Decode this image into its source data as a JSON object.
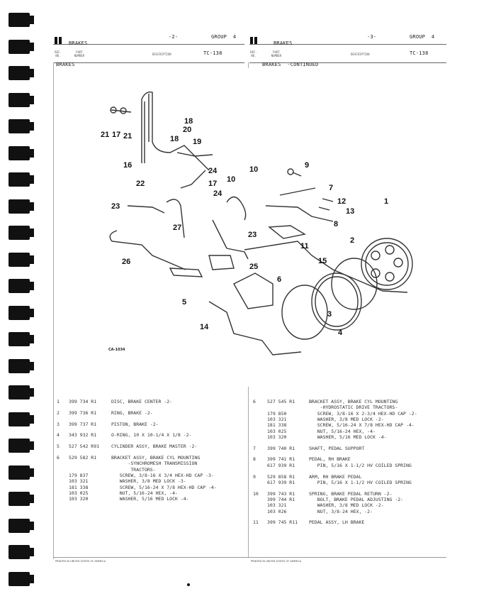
{
  "left_page": {
    "title": "BRAKES",
    "page_no": "-2-",
    "group": "GROUP  4",
    "col_ref": "REF. NO.",
    "col_part": "PART NUMBER",
    "col_desc": "DESCRIPTION",
    "code": "TC-138",
    "section": "BRAKES",
    "figure_id": "CA-1034",
    "footer": "PRINTED IN UNITED STATES OF AMERICA",
    "items": [
      {
        "ref": "1",
        "lines": [
          {
            "part": "399 734 R1",
            "desc": "DISC, BRAKE CENTER -2-"
          }
        ]
      },
      {
        "ref": "2",
        "lines": [
          {
            "part": "399 736 R1",
            "desc": "RING, BRAKE -2-"
          }
        ]
      },
      {
        "ref": "3",
        "lines": [
          {
            "part": "399 737 R1",
            "desc": "PISTON, BRAKE -2-"
          }
        ]
      },
      {
        "ref": "4",
        "lines": [
          {
            "part": "343 932 R1",
            "desc": "O-RING, 10 X 10-1/4 X 1/8 -2-"
          }
        ]
      },
      {
        "ref": "5",
        "lines": [
          {
            "part": "527 542 R91",
            "desc": "CYLINDER ASSY, BRAKE MASTER -2-"
          }
        ]
      },
      {
        "ref": "6",
        "lines": [
          {
            "part": "529 582 R1",
            "desc": "BRACKET ASSY, BRAKE CYL MOUNTING"
          },
          {
            "part": "",
            "desc": "      -SYNCHROMESH TRANSMISSION"
          },
          {
            "part": "",
            "desc": "       TRACTORS-"
          },
          {
            "part": "179 837",
            "desc": "   SCREW, 3/8-16 X 3/4 HEX-HD CAP -3-"
          },
          {
            "part": "103 321",
            "desc": "   WASHER, 3/8 MED LOCK -3-"
          },
          {
            "part": "181 338",
            "desc": "   SCREW, 5/16-24 X 7/8 HEX-HD CAP -4-"
          },
          {
            "part": "103 025",
            "desc": "   NUT, 5/16-24 HEX, -4-"
          },
          {
            "part": "103 320",
            "desc": "   WASHER, 5/16 MED LOCK -4-"
          }
        ]
      }
    ]
  },
  "right_page": {
    "title": "BRAKES",
    "page_no": "-3-",
    "group": "GROUP  4",
    "col_ref": "REF. NO.",
    "col_part": "PART NUMBER",
    "col_desc": "DESCRIPTION",
    "code": "TC-138",
    "section": "BRAKES  -CONTINUED",
    "footer": "PRINTED IN UNITED STATES OF AMERICA",
    "items": [
      {
        "ref": "6",
        "lines": [
          {
            "part": "527 545 R1",
            "desc": "BRACKET ASSY, BRAKE CYL MOUNTING"
          },
          {
            "part": "",
            "desc": "    -HYDROSTATIC DRIVE TRACTORS-"
          },
          {
            "part": "179 850",
            "desc": "   SCREW, 3/8-16 X 2-3/4 HEX-HD CAP -2-"
          },
          {
            "part": "103 321",
            "desc": "   WASHER, 3/8 MED LOCK -2-"
          },
          {
            "part": "181 338",
            "desc": "   SCREW, 5/16-24 X 7/8 HEX-HD CAP -4-"
          },
          {
            "part": "103 025",
            "desc": "   NUT, 5/16-24 HEX, -4-"
          },
          {
            "part": "103 320",
            "desc": "   WASHER, 5/16 MED LOCK -4-"
          }
        ]
      },
      {
        "ref": "7",
        "lines": [
          {
            "part": "399 740 R1",
            "desc": "SHAFT, PEDAL SUPPORT"
          }
        ]
      },
      {
        "ref": "8",
        "lines": [
          {
            "part": "399 741 R1",
            "desc": "PEDAL, RH BRAKE"
          },
          {
            "part": "617 939 R1",
            "desc": "   PIN, 5/16 X 1-1/2 HV COILED SPRING"
          }
        ]
      },
      {
        "ref": "9",
        "lines": [
          {
            "part": "529 858 R1",
            "desc": "ARM, RH BRAKE PEDAL"
          },
          {
            "part": "617 939 R1",
            "desc": "   PIN, 5/16 X 1-1/2 HV COILED SPRING"
          }
        ]
      },
      {
        "ref": "10",
        "lines": [
          {
            "part": "399 743 R1",
            "desc": "SPRING, BRAKE PEDAL RETURN -2-"
          },
          {
            "part": "399 744 R1",
            "desc": "   BOLT, BRAKE PEDAL ADJUSTING -2-"
          },
          {
            "part": "103 321",
            "desc": "   WASHER, 3/8 MED LOCK -2-"
          },
          {
            "part": "103 026",
            "desc": "   NUT, 3/8-24 HEX, -2-"
          }
        ]
      },
      {
        "ref": "11",
        "lines": [
          {
            "part": "399 745 R11",
            "desc": "PEDAL ASSY, LH BRAKE"
          }
        ]
      }
    ]
  },
  "callouts": [
    {
      "n": "18"
    },
    {
      "n": "20"
    },
    {
      "n": "18"
    },
    {
      "n": "19"
    },
    {
      "n": "21"
    },
    {
      "n": "17"
    },
    {
      "n": "21"
    },
    {
      "n": "16"
    },
    {
      "n": "22"
    },
    {
      "n": "24"
    },
    {
      "n": "17"
    },
    {
      "n": "10"
    },
    {
      "n": "10"
    },
    {
      "n": "9"
    },
    {
      "n": "7"
    },
    {
      "n": "12"
    },
    {
      "n": "13"
    },
    {
      "n": "24"
    },
    {
      "n": "23"
    },
    {
      "n": "27"
    },
    {
      "n": "23"
    },
    {
      "n": "8"
    },
    {
      "n": "11"
    },
    {
      "n": "1"
    },
    {
      "n": "2"
    },
    {
      "n": "15"
    },
    {
      "n": "26"
    },
    {
      "n": "25"
    },
    {
      "n": "6"
    },
    {
      "n": "3"
    },
    {
      "n": "5"
    },
    {
      "n": "14"
    },
    {
      "n": "4"
    }
  ]
}
